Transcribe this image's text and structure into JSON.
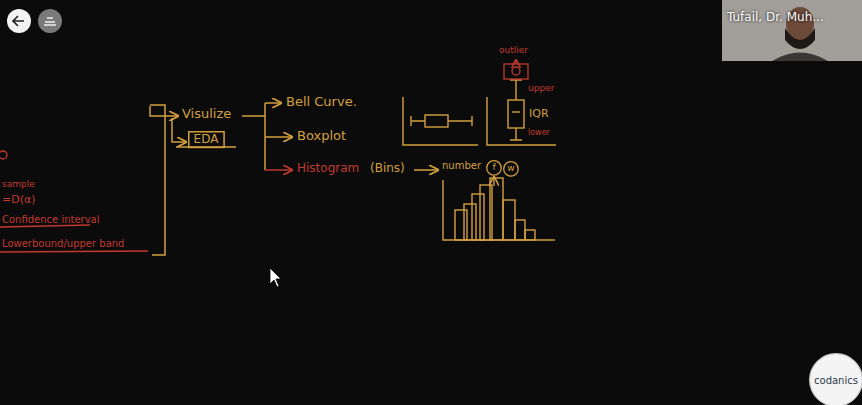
{
  "diagram": {
    "nodes": [
      {
        "text": [
          "EDA"
        ]
      },
      {
        "text": [
          "f"
        ]
      },
      {
        "text": [
          "w"
        ]
      },
      {
        "text": [
          "codanics"
        ]
      }
    ],
    "labels": [
      "Visulize",
      "Bell Curve.",
      "Boxplot",
      "Histogram",
      "(Bins)",
      "number",
      "outlier",
      "upper",
      "IQR",
      "lower",
      "sample",
      "=D(α)",
      "Confidence interval",
      "Lowerbound/upper band",
      "Tufail, Dr. Muh..."
    ]
  }
}
